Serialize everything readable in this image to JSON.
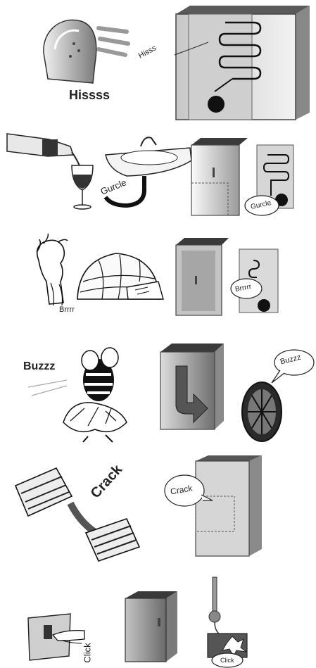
{
  "rows": [
    {
      "sounds": {
        "iron": "Hissss",
        "fridge_coil": "Hisss"
      }
    },
    {
      "sounds": {
        "sink": "Gurcle",
        "fridge_bubble": "Gurcle"
      }
    },
    {
      "sounds": {
        "fridge_bubble": "Brrrrr",
        "person": "Brrrr"
      }
    },
    {
      "sounds": {
        "bee": "Buzzz",
        "fan_bubble": "Buzzz"
      }
    },
    {
      "sounds": {
        "wood": "Crack",
        "fridge_bubble": "Crack"
      }
    },
    {
      "sounds": {
        "switch": "Click",
        "thermostat_bubble": "Click"
      }
    }
  ],
  "colors": {
    "ink": "#1a1a1a",
    "steel_light": "#e2e2e2",
    "steel_mid": "#a8a8a8",
    "steel_dark": "#6a6a6a"
  }
}
